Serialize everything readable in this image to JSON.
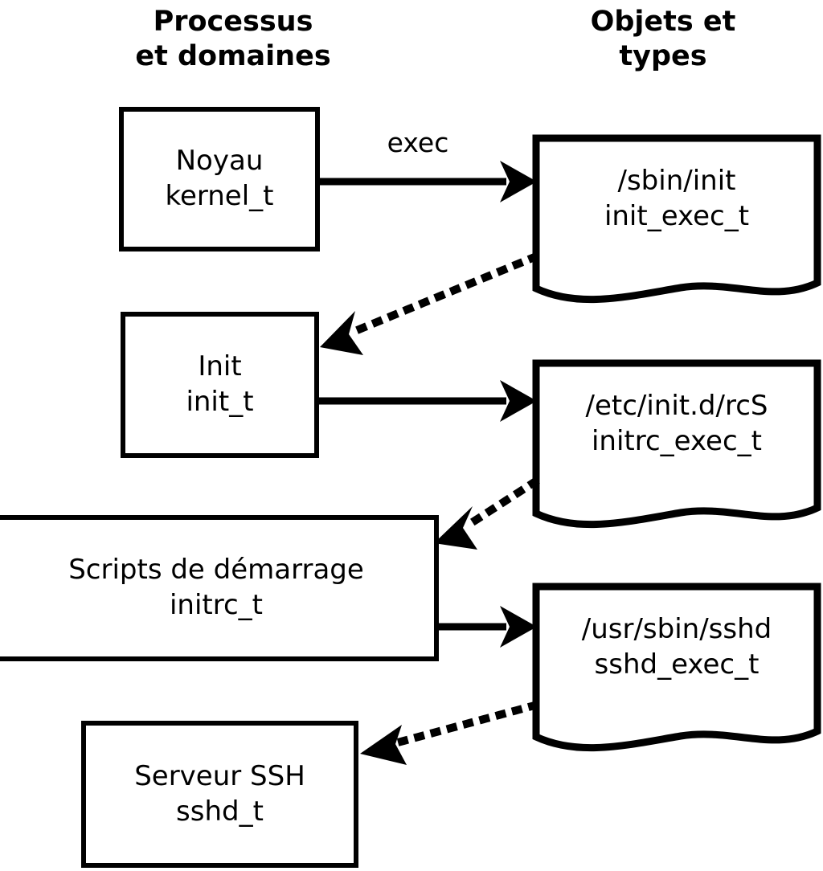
{
  "diagram": {
    "title_columns": {
      "left": "Processus\net domaines",
      "right": "Objets et\ntypes"
    },
    "colors": {
      "stroke": "#000000",
      "fill": "#ffffff",
      "background": "#ffffff"
    },
    "process_nodes": [
      {
        "id": "kernel",
        "name": "Noyau",
        "type": "kernel_t",
        "label": "Noyau\nkernel_t"
      },
      {
        "id": "init",
        "name": "Init",
        "type": "init_t",
        "label": "Init\ninit_t"
      },
      {
        "id": "initrc",
        "name": "Scripts de démarrage",
        "type": "initrc_t",
        "label": "Scripts de démarrage\ninitrc_t"
      },
      {
        "id": "sshd",
        "name": "Serveur SSH",
        "type": "sshd_t",
        "label": "Serveur SSH\nsshd_t"
      }
    ],
    "object_nodes": [
      {
        "id": "init_exec",
        "path": "/sbin/init",
        "type": "init_exec_t",
        "label": "/sbin/init\ninit_exec_t"
      },
      {
        "id": "initrc_exec",
        "path": "/etc/init.d/rcS",
        "type": "initrc_exec_t",
        "label": "/etc/init.d/rcS\ninitrc_exec_t"
      },
      {
        "id": "sshd_exec",
        "path": "/usr/sbin/sshd",
        "type": "sshd_exec_t",
        "label": "/usr/sbin/sshd\nsshd_exec_t"
      }
    ],
    "edges": [
      {
        "id": "e1",
        "from": "kernel",
        "to": "init_exec",
        "style": "solid",
        "label": "exec"
      },
      {
        "id": "e2",
        "from": "init_exec",
        "to": "init",
        "style": "dotted",
        "label": ""
      },
      {
        "id": "e3",
        "from": "init",
        "to": "initrc_exec",
        "style": "solid",
        "label": ""
      },
      {
        "id": "e4",
        "from": "initrc_exec",
        "to": "initrc",
        "style": "dotted",
        "label": ""
      },
      {
        "id": "e5",
        "from": "initrc",
        "to": "sshd_exec",
        "style": "solid",
        "label": ""
      },
      {
        "id": "e6",
        "from": "sshd_exec",
        "to": "sshd",
        "style": "dotted",
        "label": ""
      }
    ]
  }
}
